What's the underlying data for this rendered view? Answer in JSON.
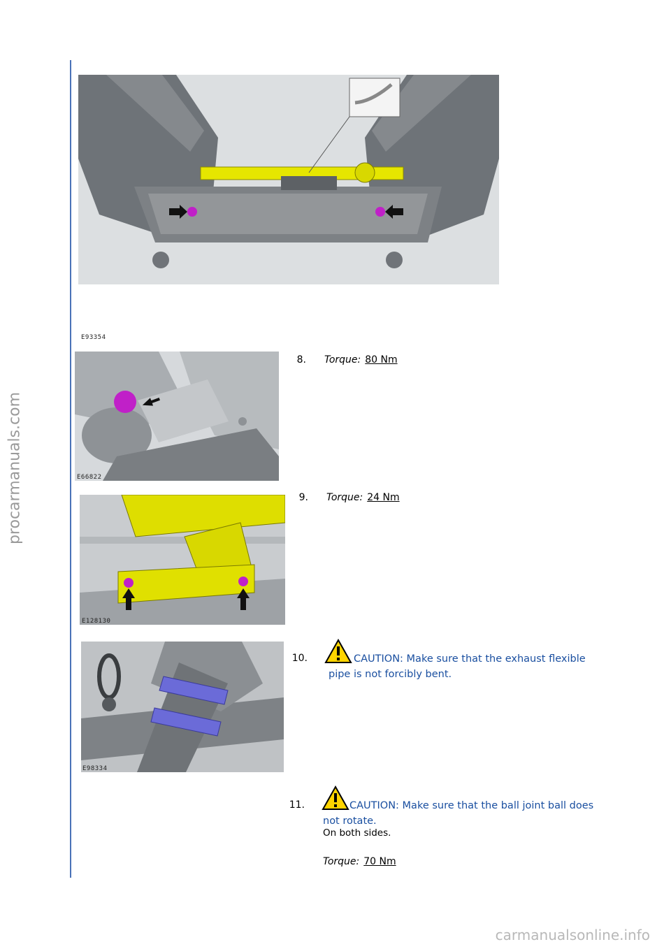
{
  "watermarks": {
    "side": "procarmanuals.com",
    "bottom": "carmanualsonline.info"
  },
  "figures": {
    "f1": {
      "code": "E93354"
    },
    "f2": {
      "code": "E66822"
    },
    "f3": {
      "code": "E128130"
    },
    "f4": {
      "code": "E98334"
    }
  },
  "steps": [
    {
      "number": "8.",
      "torque_label": "Torque:",
      "torque_value": "80 Nm"
    },
    {
      "number": "9.",
      "torque_label": "Torque:",
      "torque_value": "24 Nm"
    },
    {
      "number": "10.",
      "caution": "CAUTION: Make sure that the exhaust flexible pipe is not forcibly bent."
    },
    {
      "number": "11.",
      "caution": "CAUTION: Make sure that the ball joint ball does not rotate.",
      "note": "On both sides.",
      "torque_label": "Torque:",
      "torque_value": "70 Nm"
    }
  ],
  "colors": {
    "accent_rule": "#4a72b8",
    "caution_text": "#1a4fa0",
    "fastener_highlight": "#c020c8",
    "component_highlight": "#e8e800"
  },
  "icons": [
    "warning-triangle-icon",
    "arrow-icon"
  ]
}
